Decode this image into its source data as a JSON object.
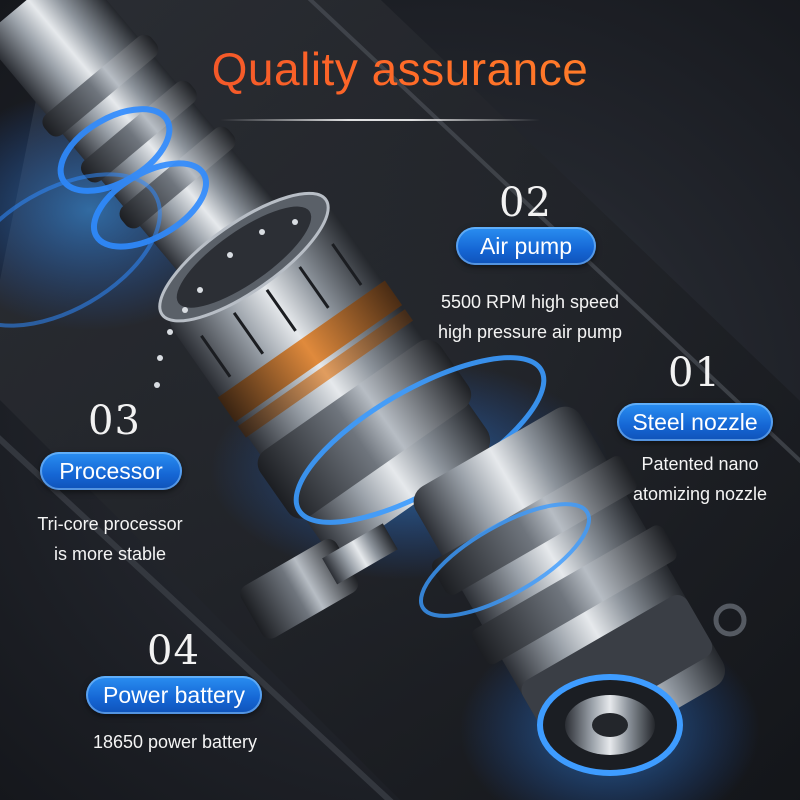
{
  "title": "Quality assurance",
  "colors": {
    "accent": "#ff6a28",
    "pill": "#1f77e6",
    "glow": "#2a8cff"
  },
  "features": [
    {
      "number": "02",
      "label": "Air pump",
      "desc_line1": "5500 RPM high speed",
      "desc_line2": "high pressure air pump"
    },
    {
      "number": "01",
      "label": "Steel nozzle",
      "desc_line1": "Patented nano",
      "desc_line2": "atomizing nozzle"
    },
    {
      "number": "03",
      "label": "Processor",
      "desc_line1": "Tri-core processor",
      "desc_line2": "is more stable"
    },
    {
      "number": "04",
      "label": "Power battery",
      "desc_line1": "18650 power battery",
      "desc_line2": ""
    }
  ]
}
